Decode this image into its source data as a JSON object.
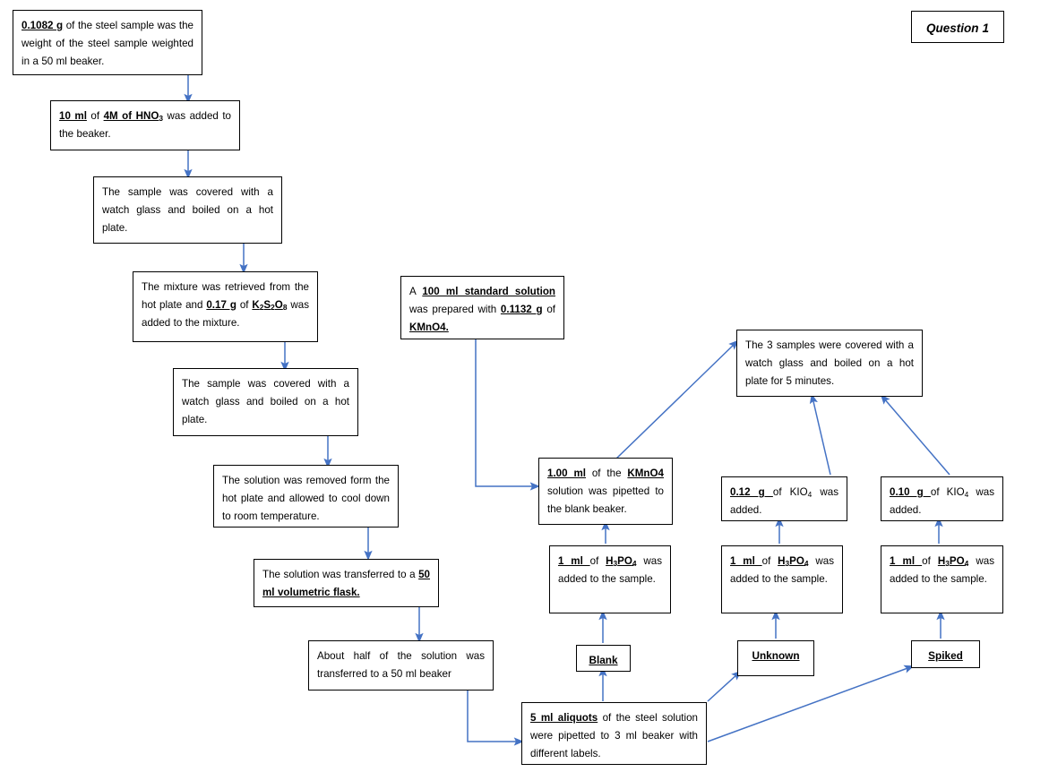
{
  "accent_color": "#4472C4",
  "border_color": "#000000",
  "title_box": {
    "label": "Question 1"
  },
  "nodes": {
    "weigh_sample": "0.1082 g of the steel sample was the weight of the steel sample weighted in a 50 ml beaker.",
    "add_hno3": "10 ml of 4M of HNO3 was added to the beaker.",
    "cover_boil_1": "The sample was covered with a watch glass and boiled on a hot plate.",
    "add_k2s2o8": "The mixture was retrieved from the hot plate and 0.17 g of K2S2O8 was added to the mixture.",
    "cover_boil_2": "The sample was covered with a watch glass and boiled on a hot plate.",
    "cool_down": "The solution was removed form the hot plate and allowed to cool down to room temperature.",
    "volumetric_flask": "The solution was transferred to a 50 ml volumetric flask.",
    "half_to_beaker": "About half of the solution was transferred to a 50 ml beaker",
    "aliquots": "5 ml aliquots of the steel solution were pipetted to 3 ml beaker with different labels.",
    "standard_solution": "A 100 ml standard solution was prepared with 0.1132 g of KMnO4.",
    "kmno4_pipette": "1.00 ml of the KMnO4 solution was pipetted to the blank beaker.",
    "kio4_012": "0.12 g of KIO4 was added.",
    "kio4_010": "0.10 g of KIO4 was added.",
    "h3po4_blank": "1 ml of H3PO4 was added to the sample.",
    "h3po4_unknown": "1 ml of H3PO4 was added to the sample.",
    "h3po4_spiked": "1 ml of H3PO4 was added to the sample.",
    "label_blank": "Blank",
    "label_unknown": "Unknown",
    "label_spiked": "Spiked",
    "boil_3_samples": "The 3 samples were covered with a watch glass and boiled on a hot plate for 5 minutes."
  },
  "measurements": {
    "steel_sample_mass_g": "0.1082 g",
    "hno3_volume_ml": "10 ml",
    "hno3_concentration": "4M",
    "beaker_volume_ml": "50 ml",
    "k2s2o8_mass_g": "0.17 g",
    "volumetric_flask_ml": "50 ml",
    "aliquot_volume_ml": "5 ml",
    "aliquot_beaker_ml": "3 ml",
    "standard_solution_ml": "100 ml",
    "kmno4_mass_g": "0.1132 g",
    "kmno4_pipetted_ml": "1.00 ml",
    "kio4_unknown_g": "0.12 g",
    "kio4_spiked_g": "0.10 g",
    "h3po4_volume_ml": "1 ml",
    "boil_time_minutes": "5 minutes"
  }
}
